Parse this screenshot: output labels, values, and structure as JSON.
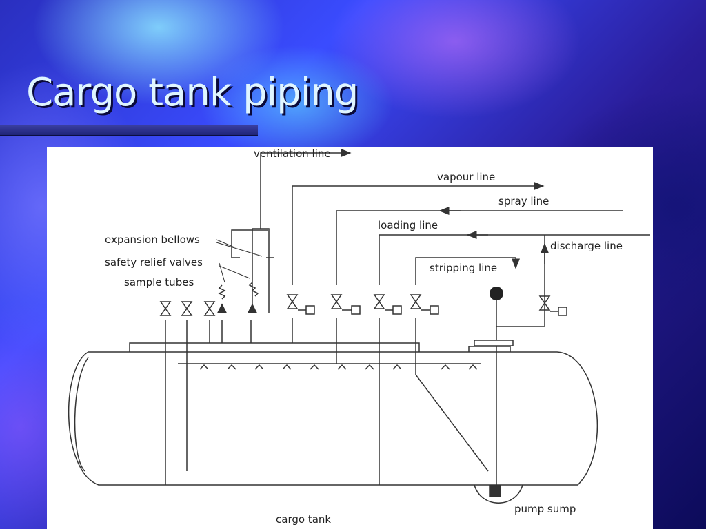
{
  "slide": {
    "title": "Cargo tank piping"
  },
  "diagram": {
    "labels": {
      "ventilation": "ventilation line",
      "vapour": "vapour line",
      "spray": "spray line",
      "loading": "loading line",
      "discharge": "discharge line",
      "stripping": "stripping line",
      "expansion_bellows": "expansion bellows",
      "safety_relief": "safety relief valves",
      "sample_tubes": "sample tubes",
      "pump_sump": "pump sump",
      "cargo_tank": "cargo tank"
    }
  }
}
